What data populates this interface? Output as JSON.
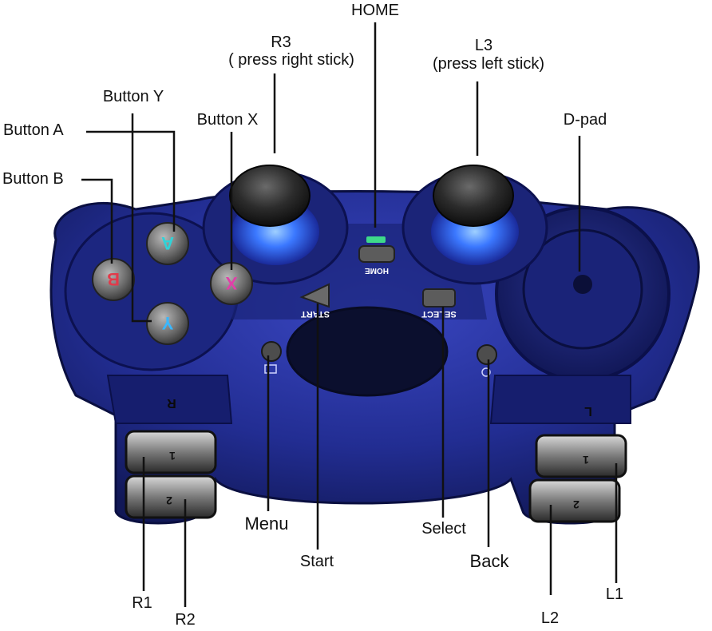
{
  "labels": {
    "home": "HOME",
    "r3_title": "R3",
    "r3_sub": "( press right stick)",
    "l3_title": "L3",
    "l3_sub": "(press left stick)",
    "button_y": "Button Y",
    "button_a": "Button A",
    "button_x": "Button X",
    "button_b": "Button B",
    "dpad": "D-pad",
    "menu": "Menu",
    "select": "Select",
    "start": "Start",
    "back": "Back",
    "r1": "R1",
    "r2": "R2",
    "l1": "L1",
    "l2": "L2"
  },
  "device_markings": {
    "start": "START",
    "select": "SELECT",
    "home": "HOME",
    "shoulder_right": "R",
    "shoulder_left": "L",
    "bumper_1": "1",
    "trigger_2": "2",
    "face_b": "B",
    "face_a": "A",
    "face_y": "Y",
    "face_x": "X"
  },
  "colors": {
    "body": "#1f2a8a",
    "body_dark": "#121a5c",
    "body_light": "#3340b8",
    "stick_glow": "#2d6bff",
    "face_a": "#2fd3d8",
    "face_b": "#e23a4a",
    "face_y": "#39b7ff",
    "face_x": "#e040a8",
    "home_led": "#3ed98a",
    "leader_line": "#111111"
  }
}
